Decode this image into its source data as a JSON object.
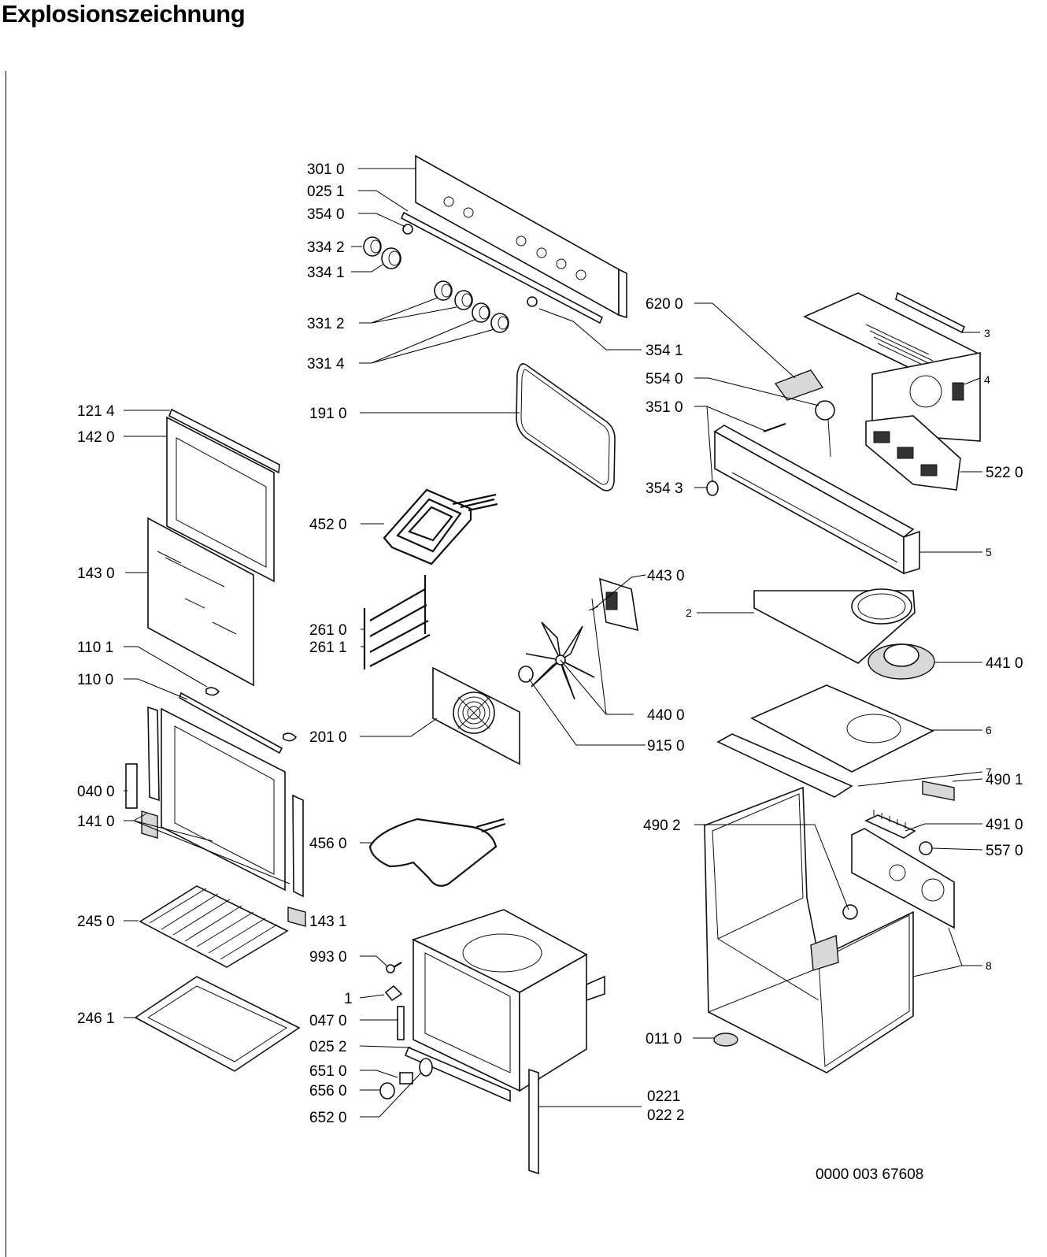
{
  "title": "Explosionszeichnung",
  "document_number": "0000 003 67608",
  "labels": [
    "301 0",
    "025 1",
    "354 0",
    "334 2",
    "334 1",
    "331 2",
    "331 4",
    "354 1",
    "191 0",
    "452 0",
    "261 0",
    "261 1",
    "201 0",
    "456 0",
    "993 0",
    "1",
    "047 0",
    "025 2",
    "651 0",
    "656 0",
    "652 0",
    "0221",
    "022 2",
    "121 4",
    "142 0",
    "143 0",
    "110 1",
    "110 0",
    "040 0",
    "141 0",
    "245 0",
    "143 1",
    "246 1",
    "620 0",
    "554 0",
    "351 0",
    "354 3",
    "3",
    "4",
    "522 0",
    "5",
    "443 0",
    "2",
    "441 0",
    "440 0",
    "915 0",
    "6",
    "7",
    "490 1",
    "490 2",
    "491 0",
    "557 0",
    "8",
    "011 0"
  ]
}
